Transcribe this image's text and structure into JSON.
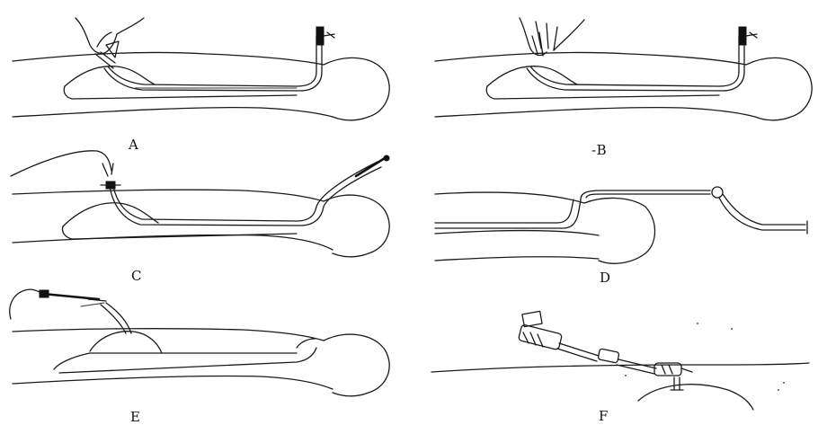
{
  "panels": [
    {
      "id": "A",
      "label": "A"
    },
    {
      "id": "B",
      "label": "-B"
    },
    {
      "id": "C",
      "label": "C"
    },
    {
      "id": "D",
      "label": "D"
    },
    {
      "id": "E",
      "label": "E"
    },
    {
      "id": "F",
      "label": "F"
    }
  ],
  "colors": {
    "line": "#1a1a1a",
    "background": "#ffffff"
  }
}
